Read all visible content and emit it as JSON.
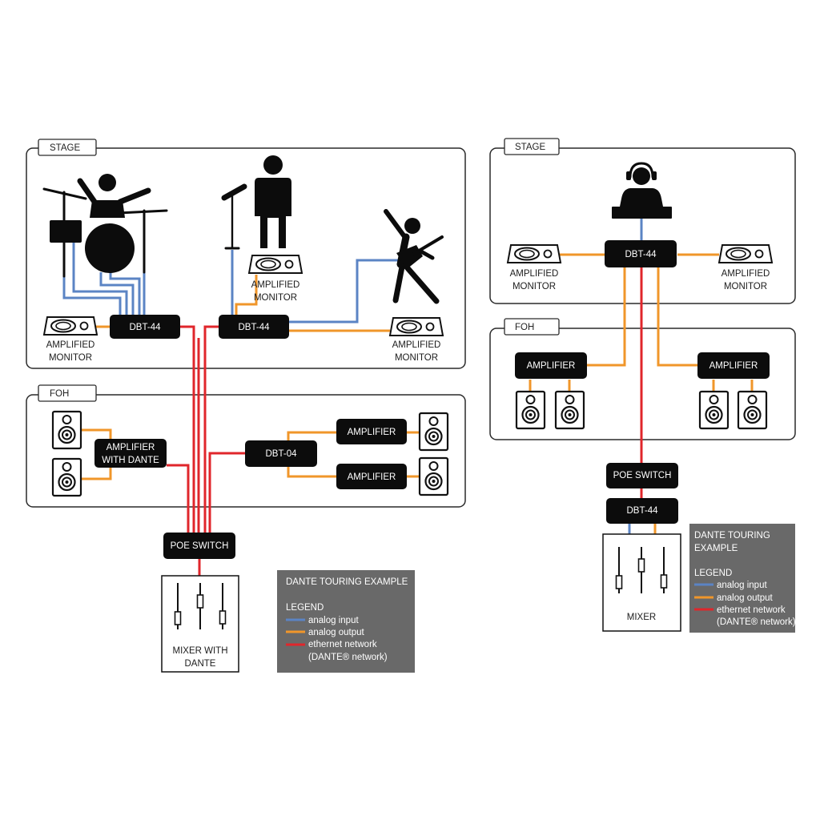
{
  "colors": {
    "analog_input": "#5b84c4",
    "analog_output": "#f0962a",
    "ethernet": "#e0262b",
    "device": "#0c0c0c",
    "legend_bg": "#696969"
  },
  "left": {
    "stage_tab": "STAGE",
    "foh_tab": "FOH",
    "monitor_left": [
      "AMPLIFIED",
      "MONITOR"
    ],
    "monitor_singer": [
      "AMPLIFIED",
      "MONITOR"
    ],
    "monitor_right": [
      "AMPLIFIED",
      "MONITOR"
    ],
    "dbt44_drums": "DBT-44",
    "dbt44_vocal": "DBT-44",
    "amp_dante": [
      "AMPLIFIER",
      "WITH DANTE"
    ],
    "dbt04": "DBT-04",
    "amp_top": "AMPLIFIER",
    "amp_bottom": "AMPLIFIER",
    "poe_switch": "POE SWITCH",
    "mixer": [
      "MIXER WITH",
      "DANTE"
    ],
    "legend": {
      "title": "DANTE TOURING EXAMPLE",
      "heading": "LEGEND",
      "analog_input": "analog input",
      "analog_output": "analog output",
      "ethernet": "ethernet network",
      "ethernet_sub": "(DANTE® network)"
    }
  },
  "right": {
    "stage_tab": "STAGE",
    "foh_tab": "FOH",
    "monitor_left": [
      "AMPLIFIED",
      "MONITOR"
    ],
    "monitor_right": [
      "AMPLIFIED",
      "MONITOR"
    ],
    "dbt44_stage": "DBT-44",
    "amp_left": "AMPLIFIER",
    "amp_right": "AMPLIFIER",
    "poe_switch": "POE SWITCH",
    "dbt44_foh": "DBT-44",
    "mixer": "MIXER",
    "legend": {
      "title": [
        "DANTE TOURING",
        "EXAMPLE"
      ],
      "heading": "LEGEND",
      "analog_input": "analog input",
      "analog_output": "analog output",
      "ethernet": "ethernet network",
      "ethernet_sub": "(DANTE® network)"
    }
  }
}
